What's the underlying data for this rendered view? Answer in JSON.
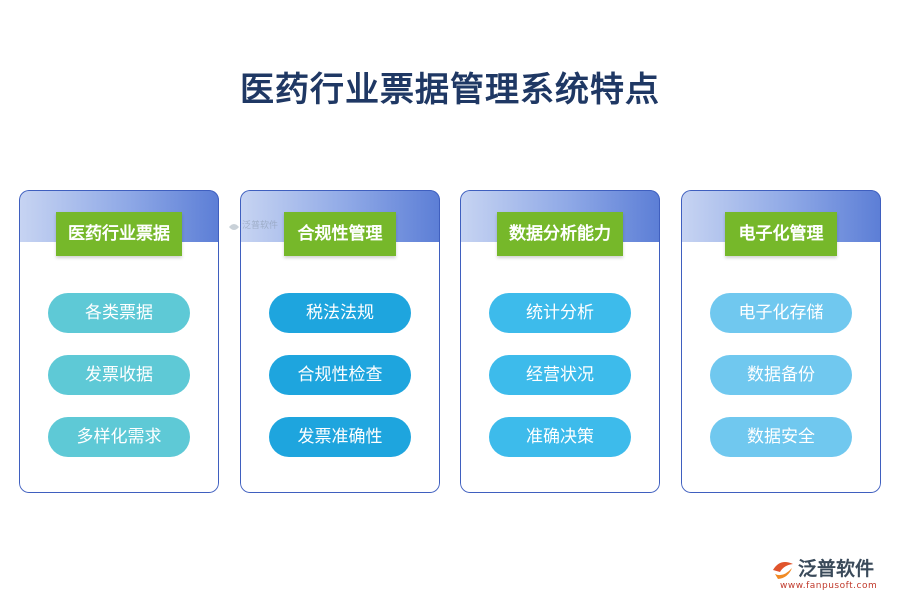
{
  "title": "医药行业票据管理系统特点",
  "cards": [
    {
      "label": "医药行业票据",
      "items": [
        "各类票据",
        "发票收据",
        "多样化需求"
      ]
    },
    {
      "label": "合规性管理",
      "items": [
        "税法法规",
        "合规性检查",
        "发票准确性"
      ]
    },
    {
      "label": "数据分析能力",
      "items": [
        "统计分析",
        "经营状况",
        "准确决策"
      ]
    },
    {
      "label": "电子化管理",
      "items": [
        "电子化存储",
        "数据备份",
        "数据安全"
      ]
    }
  ],
  "colors": {
    "title": "#1f3864",
    "label_bg": "#76b82a",
    "border": "#3f5fbf",
    "pill_col1": "#5ec9d6",
    "pill_col2": "#1ea5de",
    "pill_col3": "#3dbbeb",
    "pill_col4": "#70c8ef"
  },
  "logo": {
    "name": "泛普软件",
    "url": "www.fanpusoft.com",
    "icon": "fanpu-logo-icon"
  },
  "watermark": {
    "text": "泛普软件"
  }
}
